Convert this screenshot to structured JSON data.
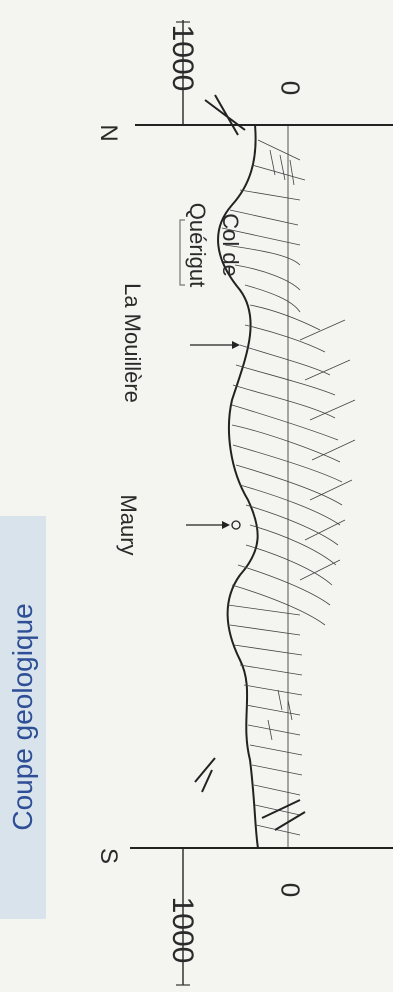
{
  "title": "Coupe geologique",
  "ends": {
    "north": "N",
    "south": "S"
  },
  "scale": {
    "top_high": "1000",
    "top_zero": "0",
    "bottom_high": "1000",
    "bottom_zero": "0"
  },
  "places": [
    {
      "id": "col",
      "label_line1": "Col de",
      "label_line2": "Quérigut"
    },
    {
      "id": "mouillere",
      "label": "La Mouillère"
    },
    {
      "id": "maury",
      "label": "Maury"
    }
  ],
  "colors": {
    "title_panel": "#d9e3ec",
    "title_text": "#2e4f95",
    "ink": "#2a2a2a",
    "paper": "#f4f4f1"
  }
}
